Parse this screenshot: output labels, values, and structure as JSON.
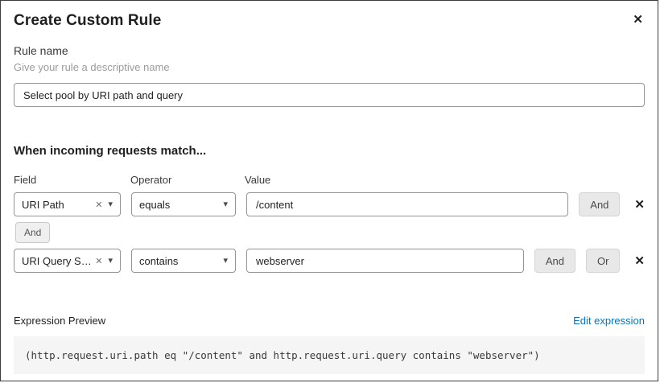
{
  "dialog": {
    "title": "Create Custom Rule"
  },
  "icons": {
    "close": "✕",
    "clear": "✕",
    "caret": "▾",
    "remove": "✕"
  },
  "rule_name": {
    "label": "Rule name",
    "helper": "Give your rule a descriptive name",
    "value": "Select pool by URI path and query"
  },
  "match_section": {
    "heading": "When incoming requests match...",
    "columns": {
      "field": "Field",
      "operator": "Operator",
      "value": "Value"
    },
    "rows": [
      {
        "field": "URI Path",
        "operator": "equals",
        "value": "/content",
        "and_button": "And"
      },
      {
        "field": "URI Query St...",
        "operator": "contains",
        "value": "webserver",
        "and_button": "And",
        "or_button": "Or"
      }
    ],
    "connector": "And"
  },
  "expression": {
    "label": "Expression Preview",
    "edit_link": "Edit expression",
    "code": "(http.request.uri.path eq \"/content\" and http.request.uri.query contains \"webserver\")"
  },
  "colors": {
    "link": "#0b72b8",
    "button_bg": "#e8e8e8",
    "code_bg": "#f5f5f5",
    "border": "#949494"
  }
}
